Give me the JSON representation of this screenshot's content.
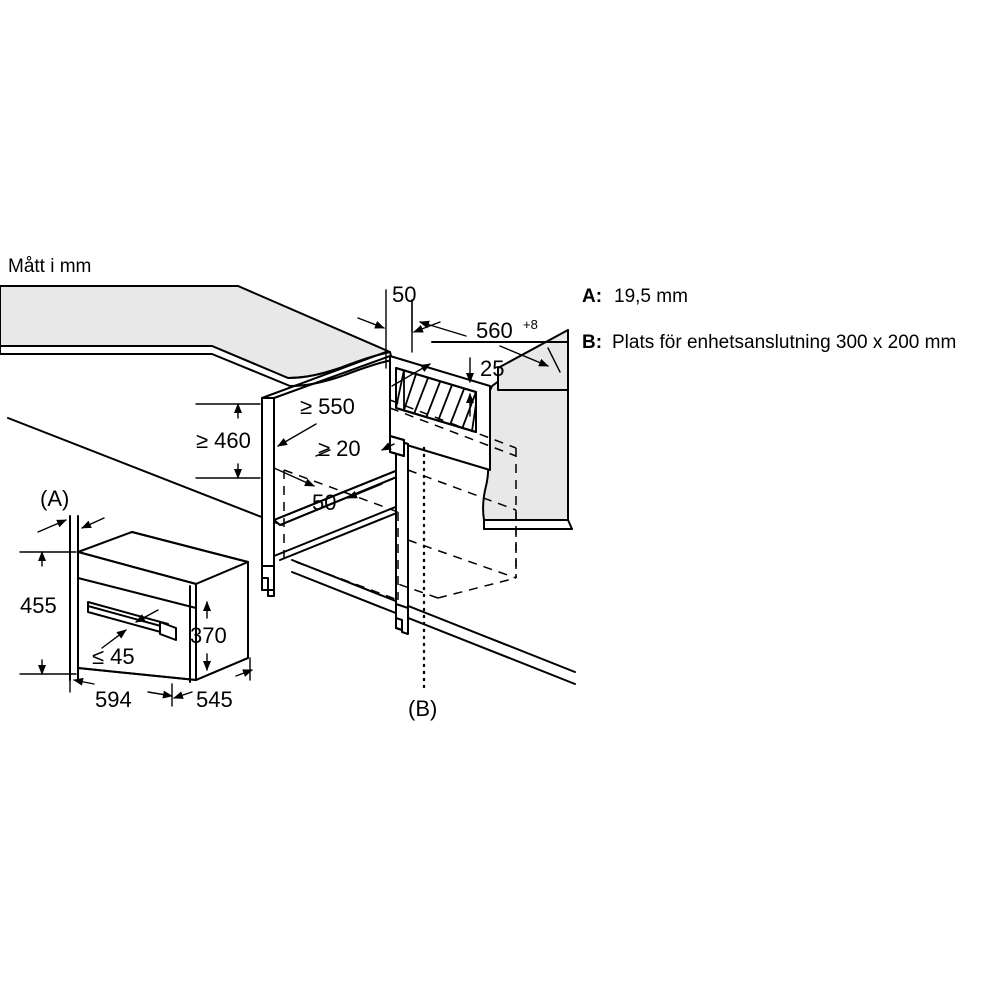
{
  "figure": {
    "title": "Mått i mm",
    "kind": "installation-dimension-drawing"
  },
  "dimensions": {
    "niche_depth_top": "50",
    "niche_width": "560",
    "niche_width_tolerance": "+8",
    "vent_gap": "25",
    "niche_depth_min": "≥ 550",
    "niche_height_min": "≥ 460",
    "rear_gap_min": "≥ 20",
    "front_offset": "50",
    "appliance_height": "455",
    "appliance_body_height": "370",
    "handle_clearance": "≤ 45",
    "appliance_width": "594",
    "appliance_depth": "545"
  },
  "callouts": {
    "a": "(A)",
    "b": "(B)"
  },
  "legend": [
    {
      "key": "A:",
      "text": "19,5 mm"
    },
    {
      "key": "B:",
      "text": "Plats för enhetsanslutning 300 x 200 mm"
    }
  ],
  "colors": {
    "stroke": "#000000",
    "surface_fill": "#e8e8e8",
    "background": "#ffffff"
  }
}
